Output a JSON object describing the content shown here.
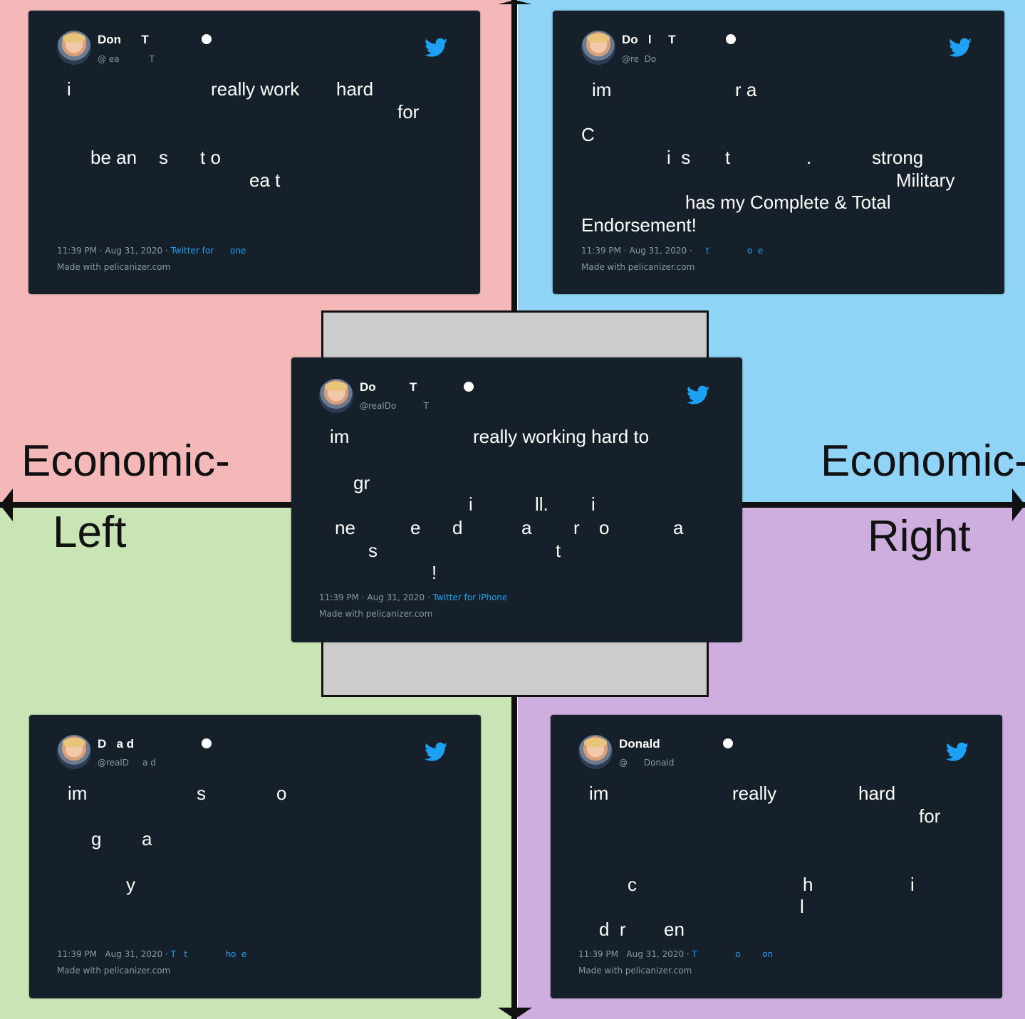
{
  "axis_labels": {
    "left_line1": "Economic-",
    "left_line2": "Left",
    "right_line1": "Economic-",
    "right_line2": "Right"
  },
  "tweets": {
    "top_left": {
      "name": "Don      T",
      "handle": "@ ea           T",
      "words": [
        "i",
        "really work",
        "hard",
        "for",
        "be an",
        "s",
        "t o",
        "ea t"
      ],
      "time": "11:39 PM · Aug 31, 2020 · ",
      "source": "Twitter for      one",
      "footer": "Made with pelicanizer.com"
    },
    "top_right": {
      "name": "Do   l     T",
      "handle": "@re  Do",
      "words": [
        "im",
        "r a",
        "C",
        "i  s",
        "t",
        ".",
        "strong",
        "Military",
        "has my Complete & Total",
        "Endorsement!"
      ],
      "time": "11:39 PM · Aug 31, 2020 · ",
      "source": "    t              o  e",
      "footer": "Made with pelicanizer.com"
    },
    "center": {
      "name": "Do          T",
      "handle": "@realDo          T",
      "words": [
        "im",
        "really working hard to",
        "gr",
        "i",
        "ll.",
        "i",
        "ne",
        "e",
        "d",
        "a",
        "r",
        "o",
        "a",
        "s",
        "t",
        "!"
      ],
      "time": "11:39 PM · Aug 31, 2020 · ",
      "source": "Twitter for iPhone",
      "footer": "Made with pelicanizer.com"
    },
    "bottom_left": {
      "name": "D   a d",
      "handle": "@realD     a d",
      "words": [
        "im",
        "s",
        "o",
        "g",
        "a",
        "y"
      ],
      "time": "11:39 PM   Aug 31, 2020 · ",
      "source": "T   t              ho  e",
      "footer": "Made with pelicanizer.com"
    },
    "bottom_right": {
      "name": "Donald",
      "handle": "@      Donald",
      "words": [
        "im",
        "really",
        "hard",
        "for",
        "c",
        "h",
        "i",
        "l",
        "d  r",
        "en"
      ],
      "time": "11:39 PM   Aug 31, 2020 · ",
      "source": "T              o        on",
      "footer": "Made with pelicanizer.com"
    }
  },
  "colors": {
    "quadrant_top_left": "#f4b8b8",
    "quadrant_top_right": "#8fd3f6",
    "quadrant_bottom_left": "#c9e5b6",
    "quadrant_bottom_right": "#cdaede",
    "center_box": "#cccccc",
    "tweet_background": "#15202b",
    "twitter_blue": "#1da1f2"
  },
  "icons": [
    "twitter-bird-icon",
    "verified-badge-icon",
    "avatar-image"
  ]
}
